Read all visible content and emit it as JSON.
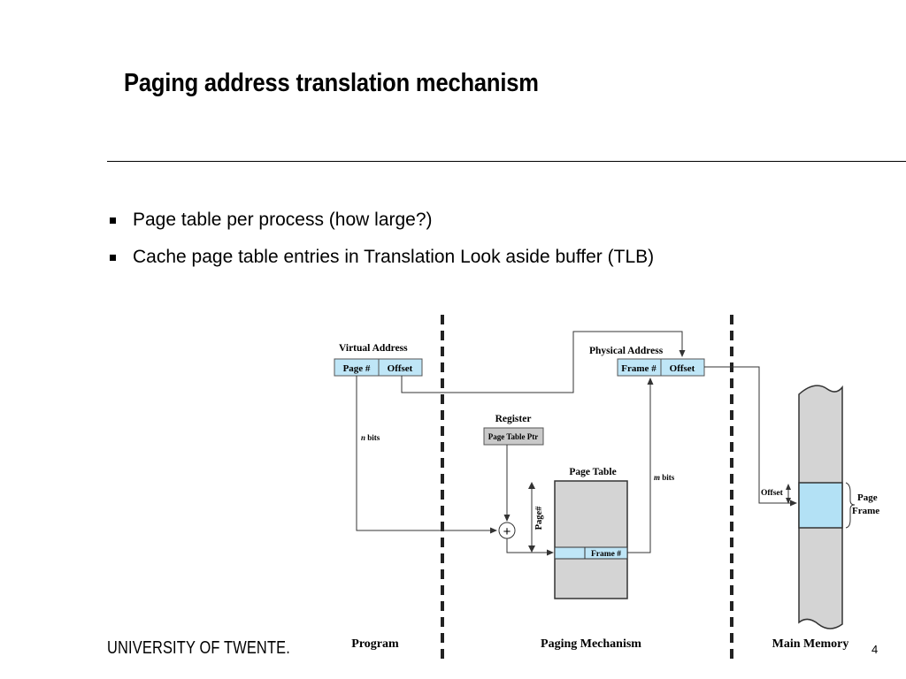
{
  "slide": {
    "title": "Paging address translation mechanism",
    "bullets": [
      "Page table per process (how large?)",
      "Cache page table entries in Translation Look aside buffer (TLB)"
    ],
    "footer_logo": "UNIVERSITY OF TWENTE.",
    "page_number": "4"
  },
  "diagram": {
    "virtual_address": {
      "label": "Virtual Address",
      "page_field": "Page #",
      "offset_field": "Offset"
    },
    "physical_address": {
      "label": "Physical Address",
      "frame_field": "Frame #",
      "offset_field": "Offset"
    },
    "register": {
      "label": "Register",
      "field": "Page Table Ptr"
    },
    "page_table": {
      "label": "Page Table",
      "entry_field": "Frame #",
      "index_label": "Page#"
    },
    "n_bits": {
      "var": "n",
      "text": " bits"
    },
    "m_bits": {
      "var": "m",
      "text": " bits"
    },
    "adder_symbol": "+",
    "memory": {
      "offset_label": "Offset",
      "page_label": "Page",
      "frame_label": "Frame"
    },
    "sections": [
      "Program",
      "Paging Mechanism",
      "Main Memory"
    ]
  },
  "colors": {
    "field_fill": "#bfe6f7",
    "table_fill": "#d4d4d4",
    "memory_fill": "#d4d4d4",
    "frame_fill": "#b3e1f5"
  }
}
